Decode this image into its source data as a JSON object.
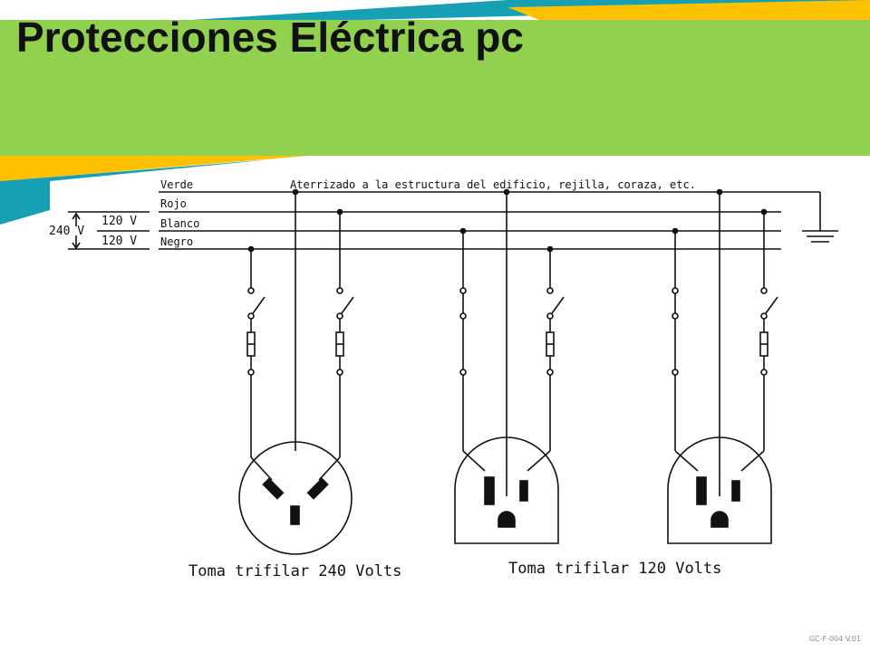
{
  "slide": {
    "title": "Protecciones Eléctrica pc",
    "footer_code": "GC-F-004 V.01",
    "colors": {
      "banner_green": "#92D050",
      "accent_teal": "#17A0B4",
      "accent_yellow": "#FFC000"
    }
  },
  "diagram": {
    "wire_labels": {
      "verde": "Verde",
      "rojo": "Rojo",
      "blanco": "Blanco",
      "negro": "Negro"
    },
    "ground_note": "Aterrizado a la estructura del edificio, rejilla, coraza, etc.",
    "voltage_labels": {
      "total": "240 V",
      "upper": "120 V",
      "lower": "120 V"
    },
    "captions": {
      "outlet_240": "Toma trifilar 240 Volts",
      "outlet_120": "Toma trifilar 120 Volts"
    }
  }
}
